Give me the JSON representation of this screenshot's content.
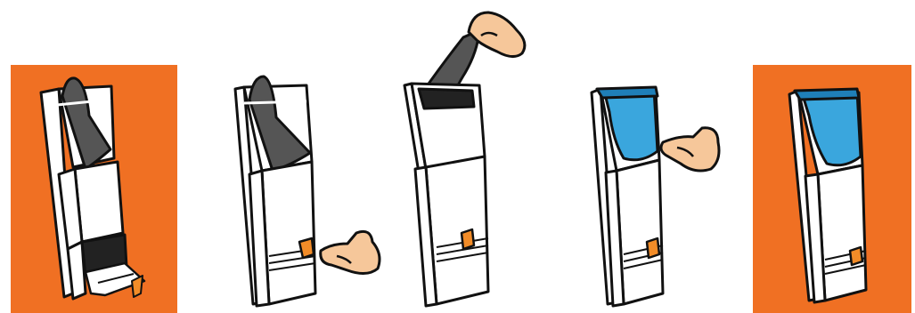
{
  "illustration": {
    "kind": "instruction-sequence",
    "step_count": 5,
    "colors": {
      "accent_background": "#f07023",
      "liner_dark": "#555555",
      "liner_blue": "#3aa6dd",
      "trigger": "#f28c28",
      "hand_skin": "#f6c79a",
      "outline": "#111111",
      "box_white": "#ffffff"
    },
    "steps": [
      {
        "id": "step-1",
        "icon": "dispenser-open-bottom-icon",
        "has_orange_background": true,
        "hand": "none"
      },
      {
        "id": "step-2",
        "icon": "dispenser-press-trigger-icon",
        "has_orange_background": false,
        "hand": "pointing-at-trigger"
      },
      {
        "id": "step-3",
        "icon": "dispenser-pull-liner-icon",
        "has_orange_background": false,
        "hand": "pulling-liner-up"
      },
      {
        "id": "step-4",
        "icon": "dispenser-install-blue-liner-icon",
        "has_orange_background": false,
        "hand": "pointing-at-liner"
      },
      {
        "id": "step-5",
        "icon": "dispenser-ready-icon",
        "has_orange_background": true,
        "hand": "none"
      }
    ]
  }
}
